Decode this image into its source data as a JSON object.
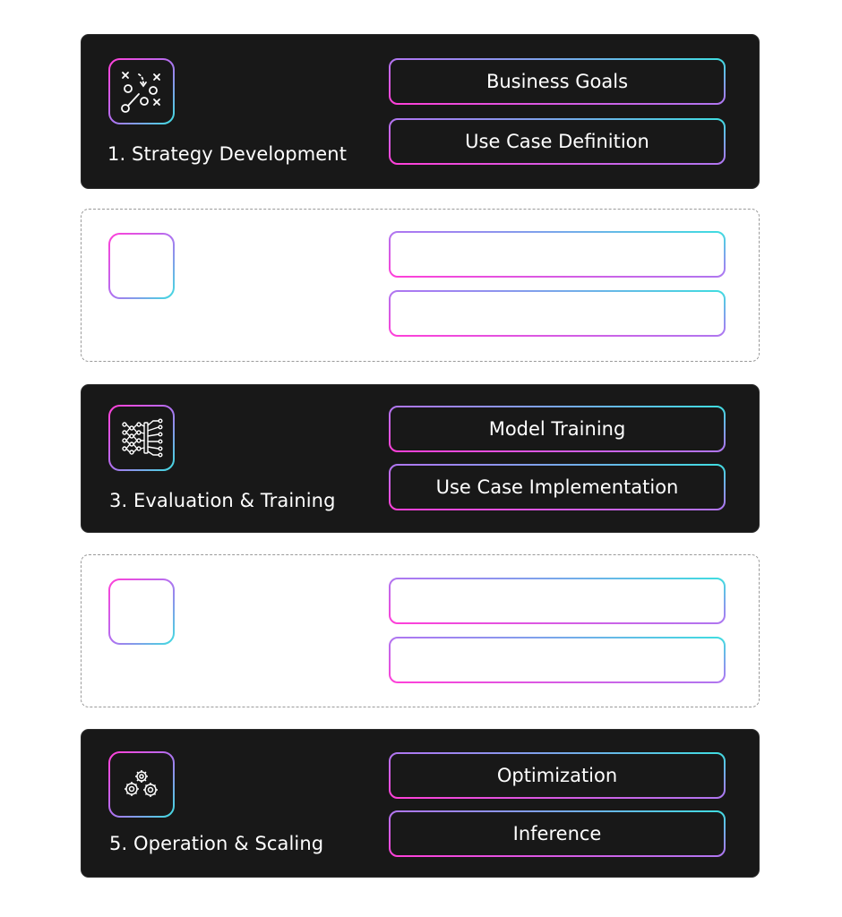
{
  "colors": {
    "gradient_start": "#ff3fd8",
    "gradient_mid": "#a77cf2",
    "gradient_end": "#3fdde0",
    "card_dark": "#181818",
    "dashed_border": "#9a9a9a"
  },
  "stages": [
    {
      "title": "1. Strategy Development",
      "icon": "strategy-play-icon",
      "items": [
        "Business Goals",
        "Use Case Definition"
      ]
    },
    {
      "title": "",
      "icon": "",
      "items": [
        "",
        ""
      ]
    },
    {
      "title": "3. Evaluation & Training",
      "icon": "neural-network-icon",
      "items": [
        "Model Training",
        "Use Case Implementation"
      ]
    },
    {
      "title": "",
      "icon": "",
      "items": [
        "",
        ""
      ]
    },
    {
      "title": "5. Operation & Scaling",
      "icon": "gears-icon",
      "items": [
        "Optimization",
        "Inference"
      ]
    }
  ]
}
